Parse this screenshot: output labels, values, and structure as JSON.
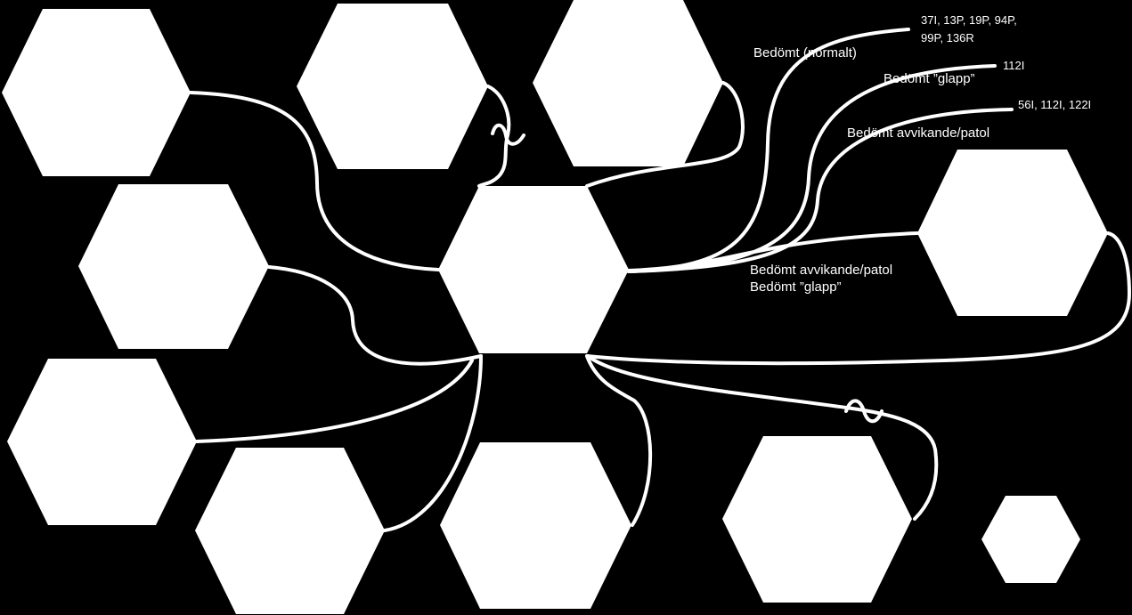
{
  "labels": {
    "normal": "Bedömt (normalt)",
    "glapp": "Bedömt ”glapp”",
    "avvik": "Bedömt avvikande/patol",
    "right_avvik": "Bedömt avvikande/patol",
    "right_glapp": "Bedömt ”glapp”"
  },
  "codes": {
    "normal_line1": "37I, 13P, 19P, 94P,",
    "normal_line2": "99P, 136R",
    "glapp": "112I",
    "avvik": "56I, 112I, 122I"
  },
  "colors": {
    "background": "#000000",
    "shape": "#ffffff",
    "connector": "#ffffff"
  }
}
